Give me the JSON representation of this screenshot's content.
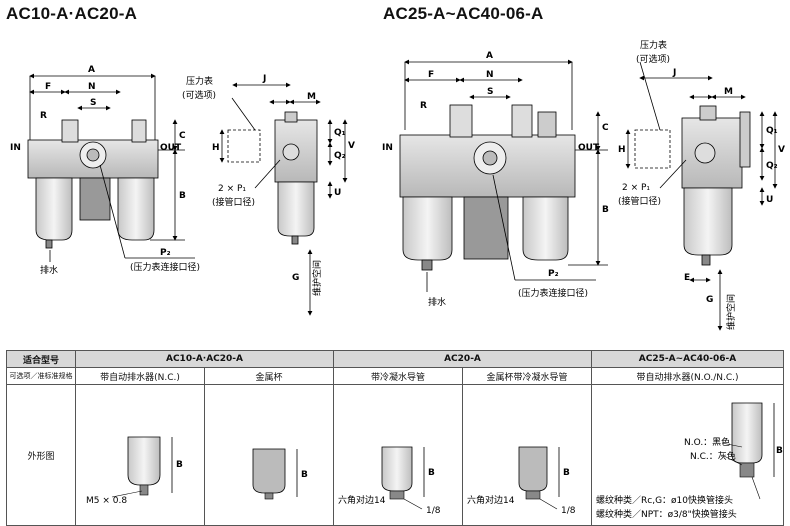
{
  "titles": {
    "left": "AC10-A·AC20-A",
    "right": "AC25-A~AC40-06-A"
  },
  "dims": {
    "A": "A",
    "F": "F",
    "N": "N",
    "R": "R",
    "S": "S",
    "C": "C",
    "B": "B",
    "J": "J",
    "H": "H",
    "M": "M",
    "Q1": "Q₁",
    "Q2": "Q₂",
    "V": "V",
    "U": "U",
    "G": "G",
    "E": "E",
    "P1": "2 × P₁",
    "P2": "P₂"
  },
  "labels": {
    "in": "IN",
    "out": "OUT",
    "pressure_gauge": "压力表",
    "optional": "(可选项)",
    "port_size": "(接管口径)",
    "drain": "排水",
    "gauge_port": "(压力表连接口径)",
    "maint_space": "维护空间"
  },
  "table": {
    "header_col0": "适合型号",
    "groups": [
      "AC10-A·AC20-A",
      "AC20-A",
      "AC25-A~AC40-06-A"
    ],
    "sub_col0": "可选项／准标准规格",
    "subs": [
      "带自动排水器(N.C.)",
      "金属杯",
      "带冷凝水导管",
      "金属杯带冷凝水导管",
      "带自动排水器(N.O./N.C.)"
    ],
    "row_label": "外形图",
    "annot": {
      "m5": "M5 × 0.8",
      "hex14a": "六角对边14",
      "hex14b": "六角对边14",
      "eighth_a": "1/8",
      "eighth_b": "1/8",
      "no_black": "N.O.：黑色",
      "nc_gray": "N.C.：灰色",
      "thread1": "螺纹种类／Rc,G：ø10快换管接头",
      "thread2": "螺纹种类／NPT：ø3/8\"快换管接头",
      "B": "B"
    }
  }
}
